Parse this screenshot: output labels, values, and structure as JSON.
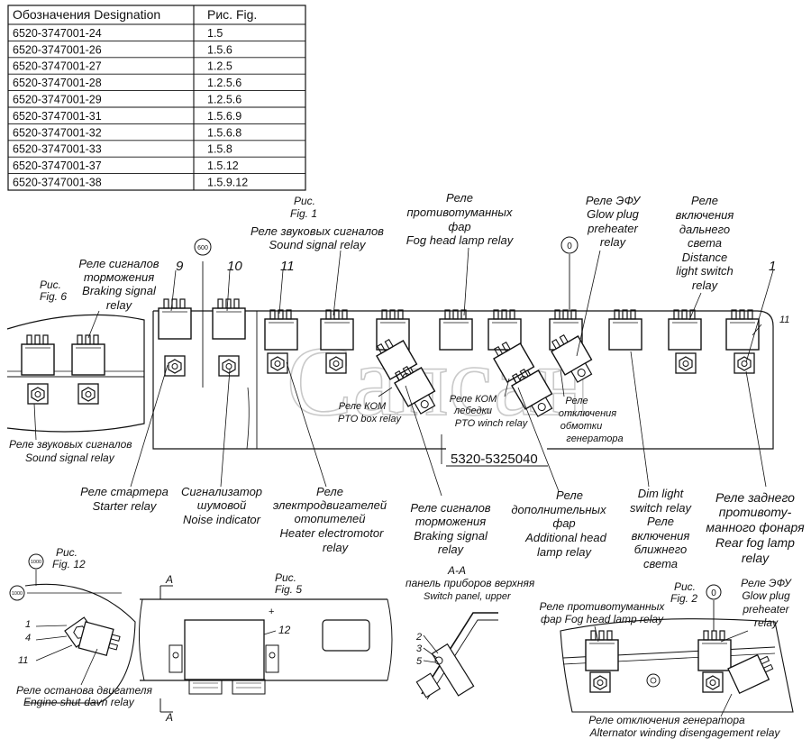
{
  "table": {
    "header": [
      "Обозначения  Designation",
      "Рис. Fig."
    ],
    "rows": [
      [
        "6520-3747001-24",
        "1.5"
      ],
      [
        "6520-3747001-26",
        "1.5.6"
      ],
      [
        "6520-3747001-27",
        "1.2.5"
      ],
      [
        "6520-3747001-28",
        "1.2.5.6"
      ],
      [
        "6520-3747001-29",
        "1.2.5.6"
      ],
      [
        "6520-3747001-31",
        "1.5.6.9"
      ],
      [
        "6520-3747001-32",
        "1.5.6.8"
      ],
      [
        "6520-3747001-33",
        "1.5.8"
      ],
      [
        "6520-3747001-37",
        "1.5.12"
      ],
      [
        "6520-3747001-38",
        "1.5.9.12"
      ]
    ]
  },
  "watermark": "Сапсан",
  "fig1": {
    "ref": [
      "Рис.",
      "Fig. 1"
    ],
    "panel_code": "5320-5325040",
    "circle_600": "600",
    "circle_0": "0",
    "num_9": "9",
    "num_10": "10",
    "num_11": "11",
    "num_1": "1",
    "num_11_right": "11",
    "sound": [
      "Реле звуковых сигналов",
      "Sound signal relay"
    ],
    "braking_top": [
      "Реле сигналов",
      "торможения",
      "Braking signal",
      "relay"
    ],
    "fog": [
      "Реле",
      "противотуманных",
      "фар",
      "Fog head lamp relay"
    ],
    "glow": [
      "Реле ЭФУ",
      "Glow plug",
      "preheater",
      "relay"
    ],
    "distance": [
      "Реле",
      "включения",
      "дальнего",
      "света",
      "Distance",
      "light switch",
      "relay"
    ],
    "pto_box": [
      "Реле КОМ",
      "PTO box relay"
    ],
    "pto_winch": [
      "Реле КОМ",
      "лебедки",
      "PTO winch relay"
    ],
    "alt_winding": [
      "Реле",
      "отключения",
      "обмотки",
      "генератора"
    ],
    "starter": [
      "Реле стартера",
      "Starter relay"
    ],
    "noise": [
      "Сигнализатор",
      "шумовой",
      "Noise indicator"
    ],
    "heater": [
      "Реле",
      "электродвигателей",
      "отопителей",
      "Heater electromotor",
      "relay"
    ],
    "braking_bottom": [
      "Реле сигналов",
      "торможения",
      "Braking signal",
      "relay"
    ],
    "additional": [
      "Реле",
      "дополнительных",
      "фар",
      "Additional head",
      "lamp relay"
    ],
    "dim": [
      "Dim light",
      "switch relay",
      "Реле",
      "включения",
      "ближнего",
      "света"
    ],
    "rear_fog": [
      "Реле заднего",
      "противоту-",
      "манного фонаря",
      "Rear fog lamp",
      "relay"
    ]
  },
  "fig6": {
    "ref": [
      "Рис.",
      "Fig. 6"
    ],
    "sound": [
      "Реле звуковых сигналов",
      "Sound signal relay"
    ]
  },
  "fig12": {
    "ref": [
      "Рис.",
      "Fig. 12"
    ],
    "circle_a": "1000",
    "circle_b": "1000",
    "nums": [
      "1",
      "4",
      "11"
    ],
    "label": [
      "Реле останова двигателя",
      "Engine shut-davn relay"
    ]
  },
  "fig5": {
    "ref": [
      "Рис.",
      "Fig. 5"
    ],
    "section_a": "А",
    "num_12": "12",
    "plus": "+"
  },
  "section_aa": {
    "title": [
      "А-А",
      "панель приборов верхняя",
      "Switch panel, upper"
    ],
    "nums": [
      "2",
      "3",
      "5"
    ]
  },
  "fig2": {
    "ref": [
      "Рис.",
      "Fig. 2"
    ],
    "circle_0": "0",
    "fog": [
      "Реле противотуманных",
      "фар Fog head lamp relay"
    ],
    "glow": [
      "Реле ЭФУ",
      "Glow plug",
      "preheater",
      "relay"
    ],
    "alt": [
      "Реле отключения генератора",
      "Alternator winding disengagement relay"
    ]
  }
}
